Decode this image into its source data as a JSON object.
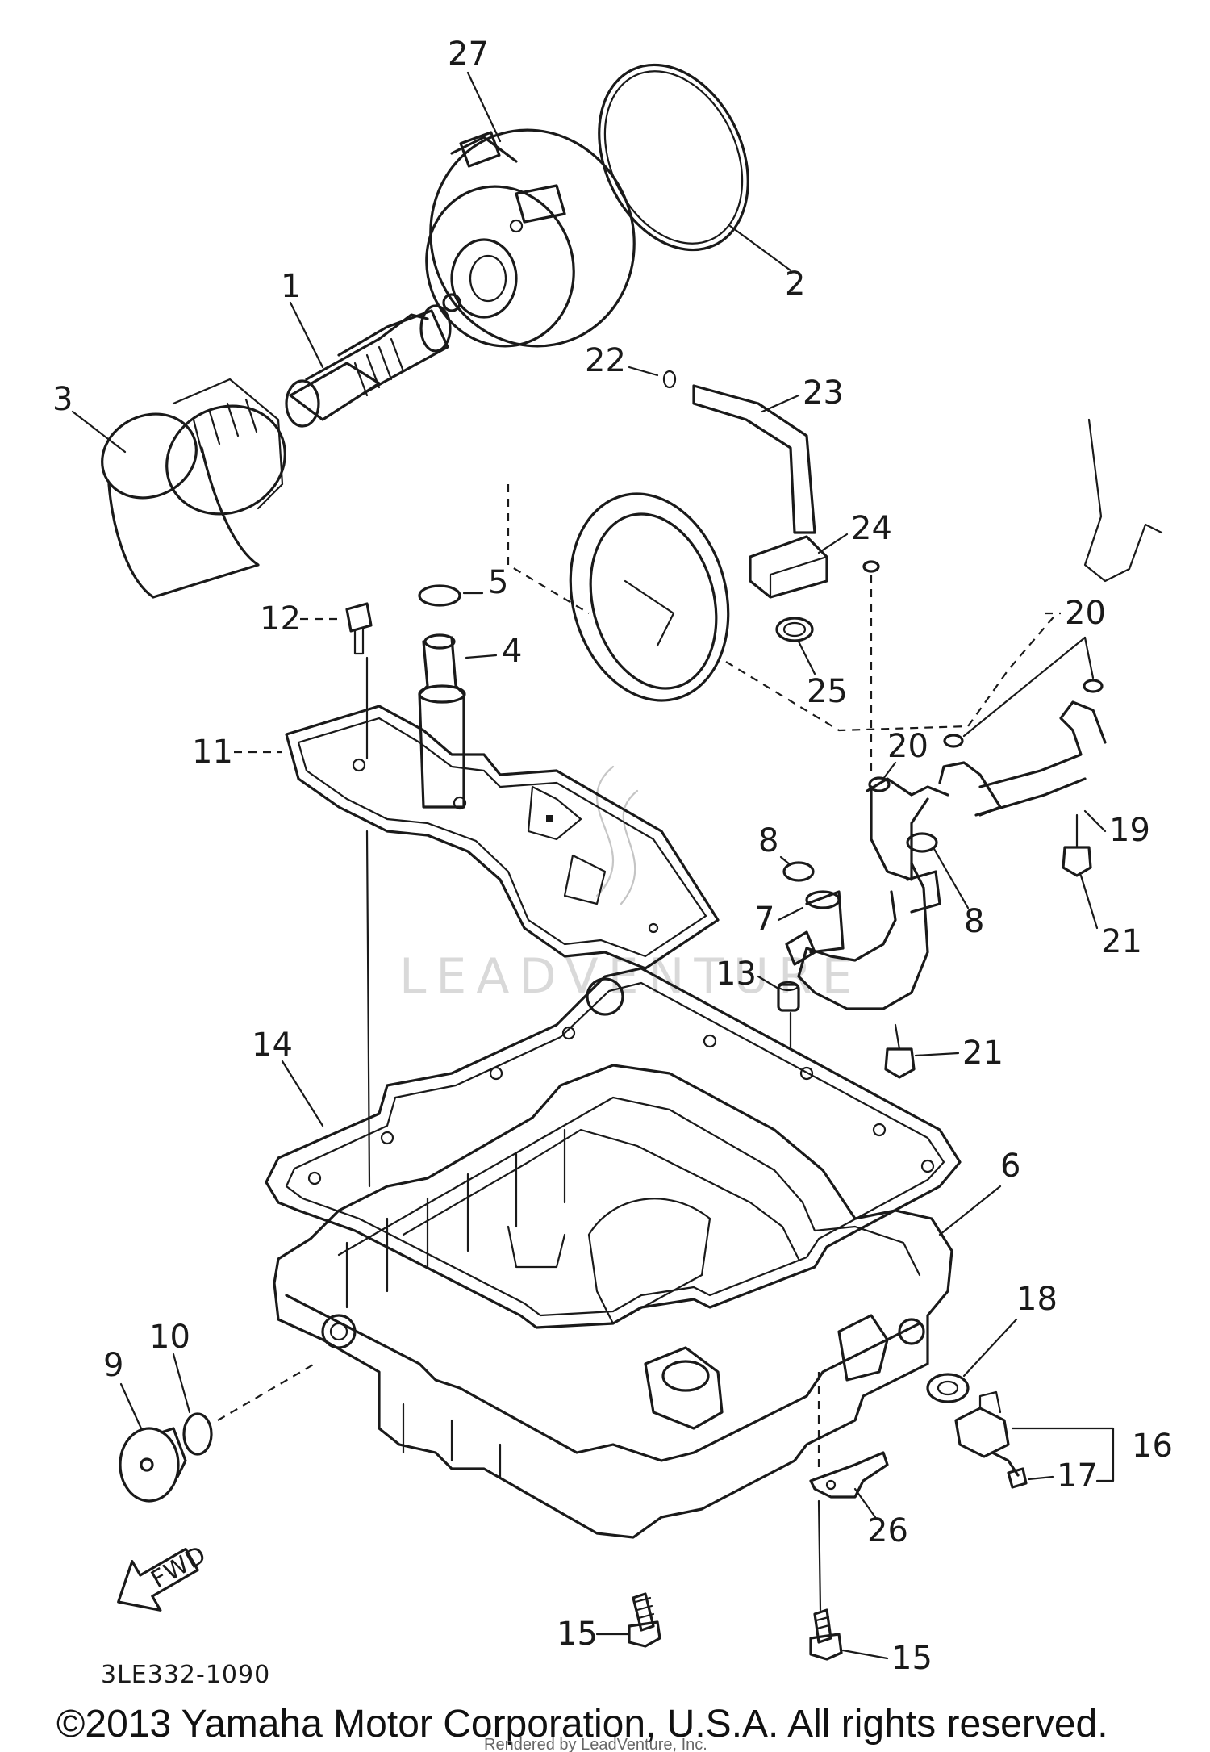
{
  "diagram": {
    "watermark": "LEADVENTURE",
    "part_code": "3LE332-1090",
    "fwd_arrow_label": "FWD",
    "copyright": "©2013 Yamaha Motor Corporation, U.S.A. All rights reserved.",
    "rendered_by": "Rendered by LeadVenture, Inc.",
    "callouts": [
      "27",
      "2",
      "1",
      "3",
      "22",
      "23",
      "24",
      "5",
      "4",
      "12",
      "11",
      "25",
      "20",
      "20",
      "19",
      "8",
      "8",
      "7",
      "13",
      "21",
      "21",
      "14",
      "6",
      "18",
      "10",
      "9",
      "16",
      "17",
      "26",
      "15",
      "15"
    ]
  }
}
